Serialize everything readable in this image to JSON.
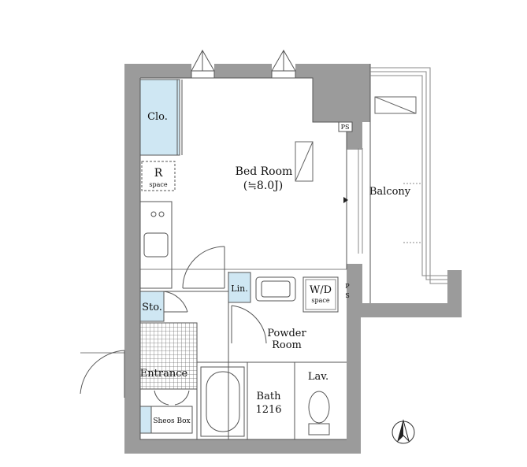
{
  "rooms": {
    "bed_room": "Bed Room",
    "bed_room_size": "(≒8.0J)",
    "balcony": "Balcony",
    "closet": "Clo.",
    "r_space_letter": "R",
    "r_space_word": "space",
    "linen": "Lin.",
    "wd_space_title": "W/D",
    "wd_space_word": "space",
    "storage": "Sto.",
    "powder_room_line1": "Powder",
    "powder_room_line2": "Room",
    "entrance": "Entrance",
    "bath": "Bath",
    "bath_size": "1216",
    "lavatory": "Lav.",
    "shoes_box": "Sheos Box",
    "ps_top": "PS",
    "ps_side_1": "P",
    "ps_side_2": "S"
  },
  "colors": {
    "wall": "#9b9b9b",
    "storage_fill": "#cfe7f3",
    "line": "#555555",
    "tile": "#777777"
  },
  "icons": {
    "compass": "north-arrow-icon"
  }
}
